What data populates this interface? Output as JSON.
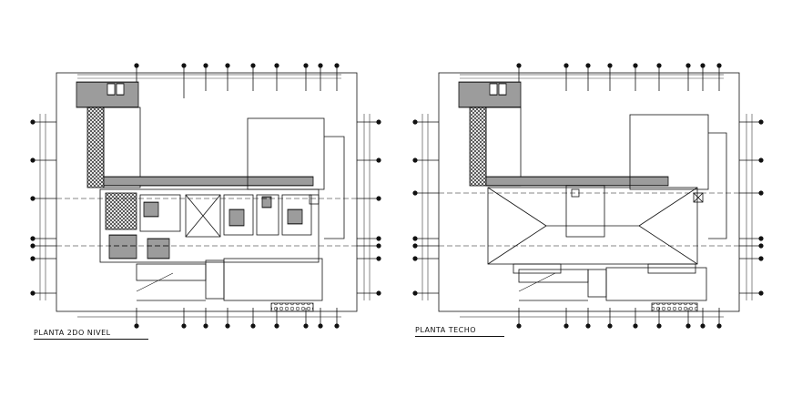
{
  "plans": [
    {
      "id": "second-floor",
      "title": "PLANTA 2DO NIVEL"
    },
    {
      "id": "roof",
      "title": "PLANTA TECHO"
    }
  ],
  "colors": {
    "line": "#111111",
    "hatch": "#333333",
    "background": "#ffffff"
  }
}
